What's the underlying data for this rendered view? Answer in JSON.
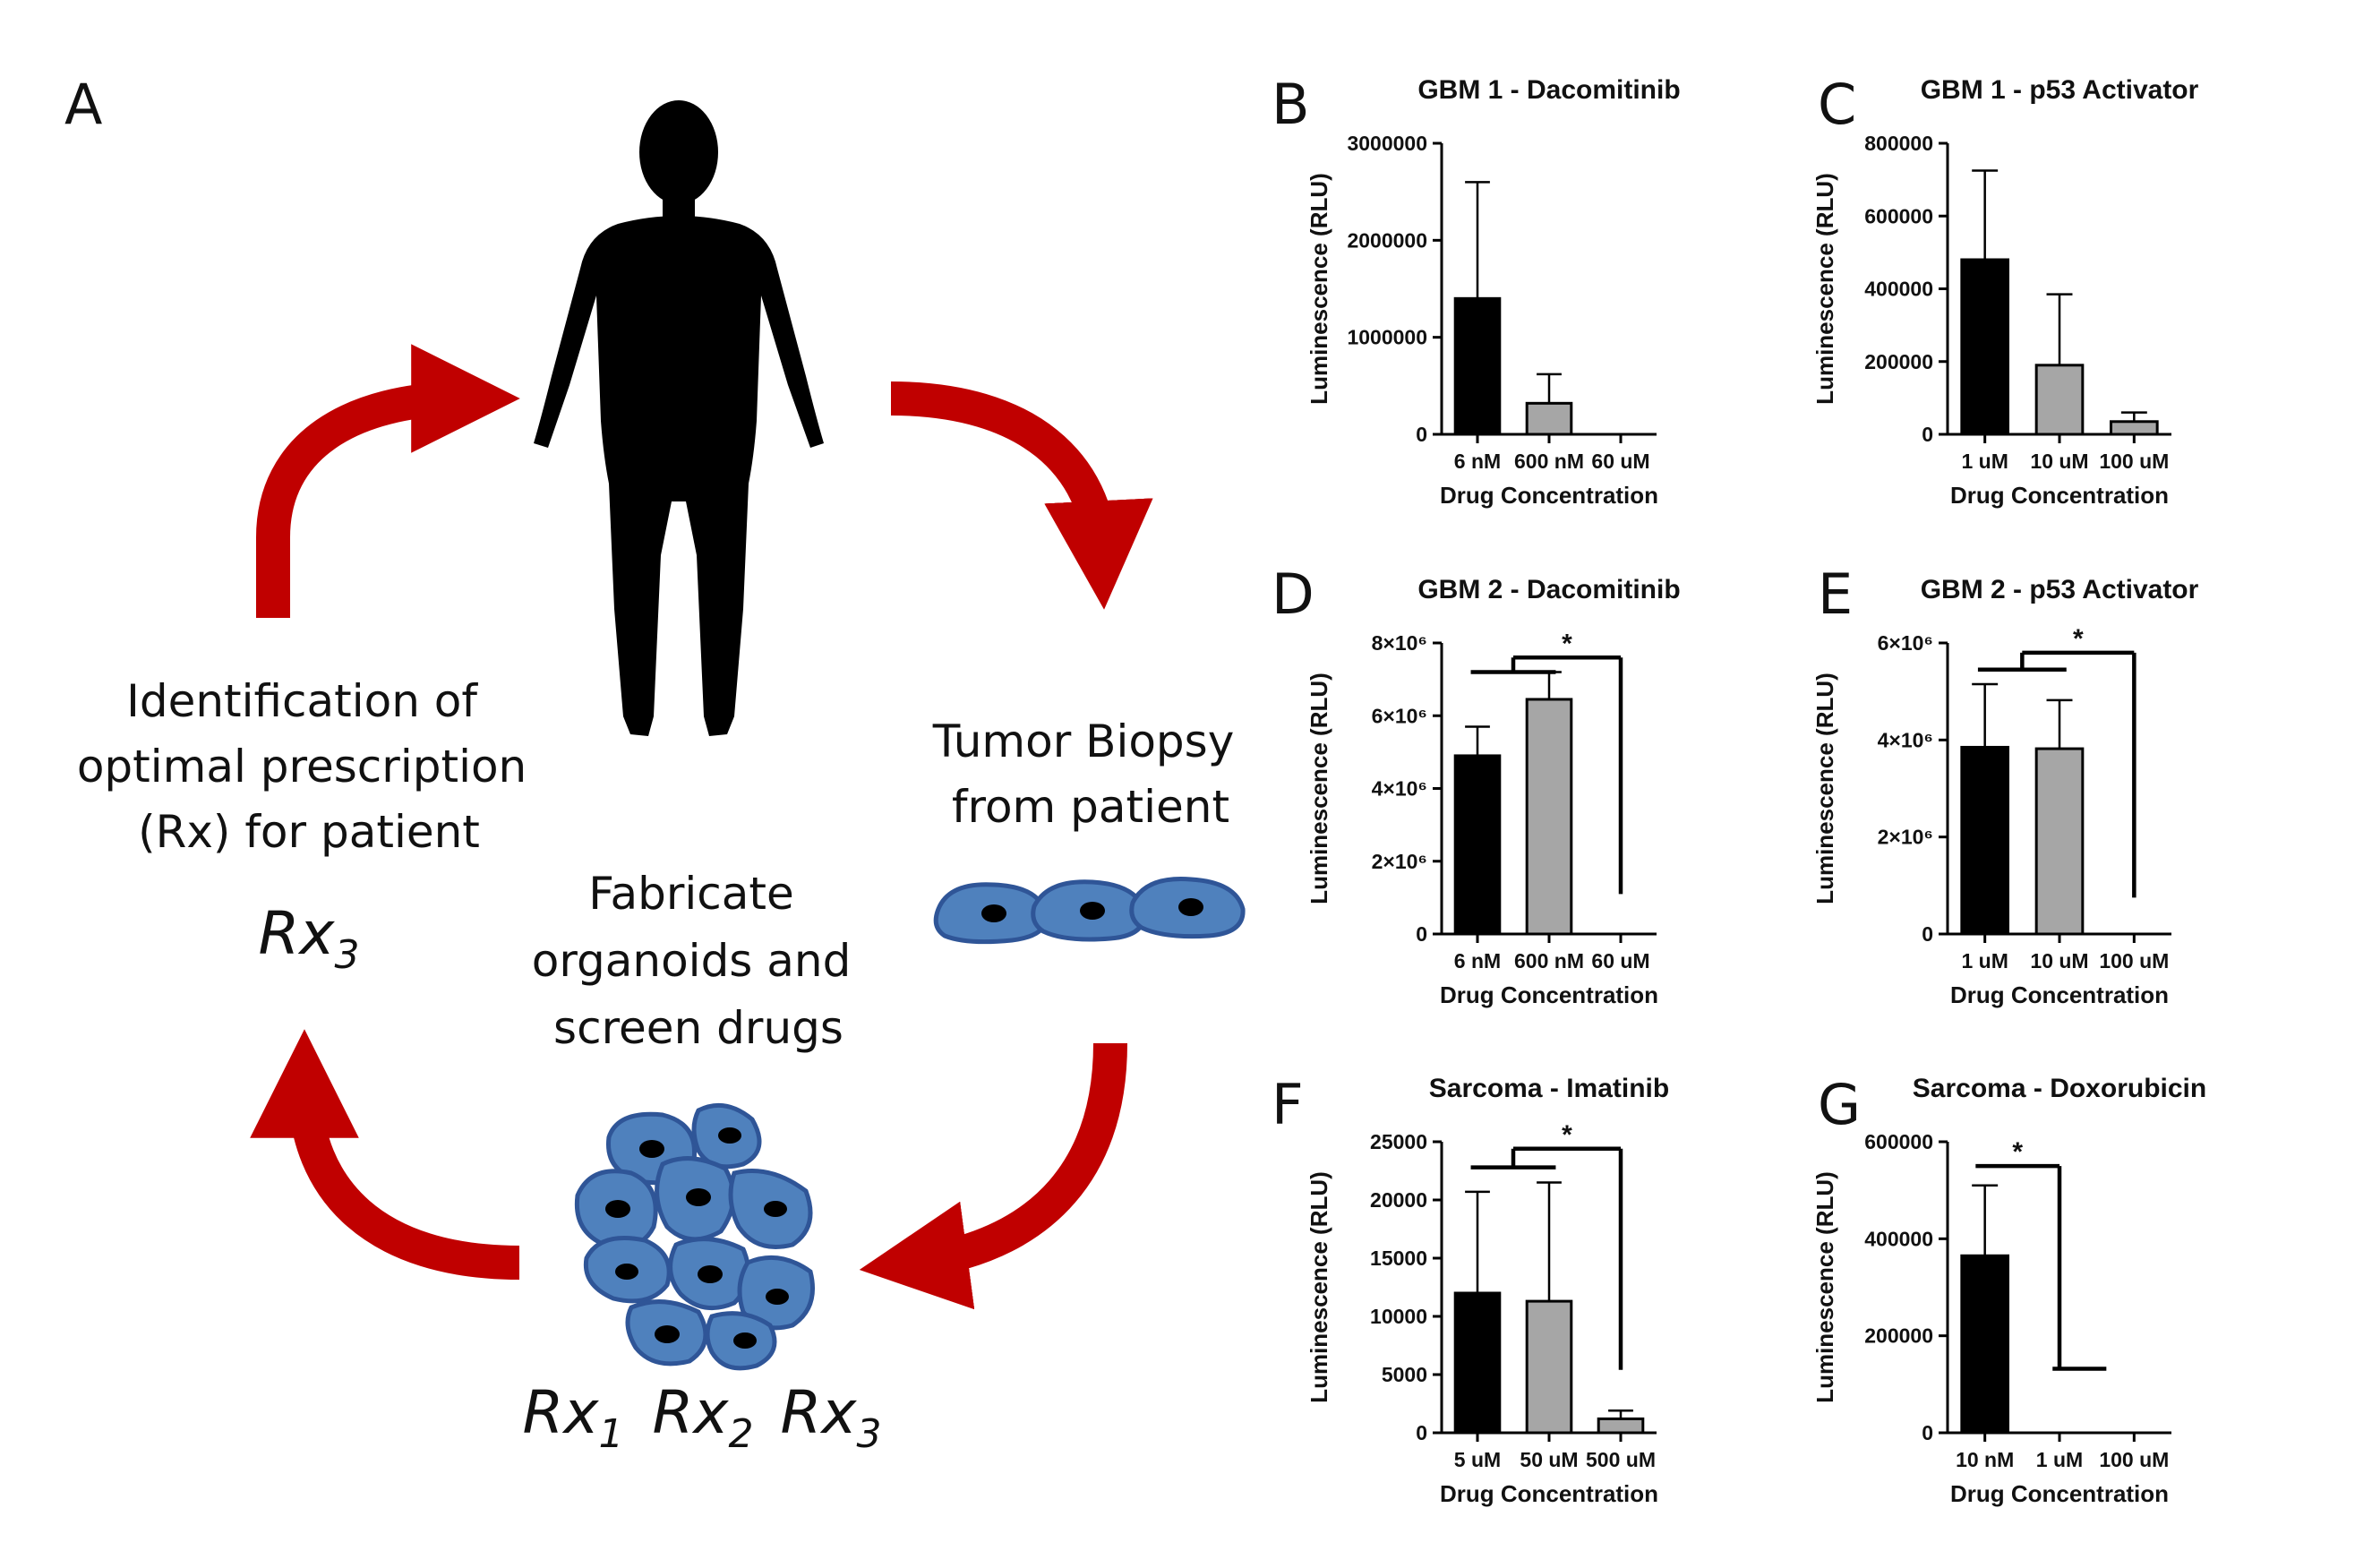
{
  "colors": {
    "arrow": "#c00000",
    "cell_fill": "#4f81bd",
    "cell_stroke": "#2f5597",
    "bar_dark": "#000000",
    "bar_gray": "#a6a6a6"
  },
  "icons": {
    "patient": "human-silhouette-icon",
    "biopsy": "cell-chain-icon",
    "organoid": "organoid-cluster-icon"
  },
  "cycle": {
    "panel_letter": "A",
    "identification_lines": [
      "Identification of",
      "optimal prescription",
      "(Rx) for patient"
    ],
    "optimal_rx": {
      "base": "Rx",
      "sub": "3"
    },
    "biopsy_lines": [
      "Tumor Biopsy",
      "from patient"
    ],
    "fabricate_lines": [
      "Fabricate",
      "organoids and",
      "screen drugs"
    ],
    "candidates": [
      {
        "base": "Rx",
        "sub": "1"
      },
      {
        "base": "Rx",
        "sub": "2"
      },
      {
        "base": "Rx",
        "sub": "3"
      }
    ]
  },
  "chart_data": [
    {
      "panel": "B",
      "type": "bar",
      "title": "GBM 1 - Dacomitinib",
      "xlabel": "Drug Concentration",
      "ylabel": "Luminescence (RLU)",
      "categories": [
        "6 nM",
        "600 nM",
        "60 uM"
      ],
      "values": [
        1400000,
        320000,
        0
      ],
      "errors": [
        1200000,
        300000,
        0
      ],
      "ylim": [
        0,
        3000000
      ],
      "yticks": [
        0,
        1000000,
        2000000,
        3000000
      ],
      "ytick_labels": [
        "0",
        "1000000",
        "2000000",
        "3000000"
      ],
      "significance": null
    },
    {
      "panel": "C",
      "type": "bar",
      "title": "GBM 1 - p53 Activator",
      "xlabel": "Drug Concentration",
      "ylabel": "Luminescence (RLU)",
      "categories": [
        "1 uM",
        "10 uM",
        "100 uM"
      ],
      "values": [
        480000,
        190000,
        35000
      ],
      "errors": [
        245000,
        195000,
        25000
      ],
      "ylim": [
        0,
        800000
      ],
      "yticks": [
        0,
        200000,
        400000,
        600000,
        800000
      ],
      "ytick_labels": [
        "0",
        "200000",
        "400000",
        "600000",
        "800000"
      ],
      "significance": null
    },
    {
      "panel": "D",
      "type": "bar",
      "title": "GBM 2 - Dacomitinib",
      "xlabel": "Drug Concentration",
      "ylabel": "Luminescence (RLU)",
      "categories": [
        "6 nM",
        "600 nM",
        "60 uM"
      ],
      "values": [
        4900000,
        6450000,
        0
      ],
      "errors": [
        800000,
        750000,
        0
      ],
      "ylim": [
        0,
        8000000
      ],
      "yticks": [
        0,
        2000000,
        4000000,
        6000000,
        8000000
      ],
      "ytick_labels": [
        "0",
        "2×10⁶",
        "4×10⁶",
        "6×10⁶",
        "8×10⁶"
      ],
      "significance": {
        "label": "*",
        "group": [
          0,
          1
        ],
        "target": 2,
        "bracket_y": 7600000,
        "group_y": 7200000,
        "end_y": 1100000
      }
    },
    {
      "panel": "E",
      "type": "bar",
      "title": "GBM 2 - p53 Activator",
      "xlabel": "Drug Concentration",
      "ylabel": "Luminescence (RLU)",
      "categories": [
        "1 uM",
        "10 uM",
        "100 uM"
      ],
      "values": [
        3850000,
        3820000,
        0
      ],
      "errors": [
        1300000,
        1000000,
        0
      ],
      "ylim": [
        0,
        6000000
      ],
      "yticks": [
        0,
        2000000,
        4000000,
        6000000
      ],
      "ytick_labels": [
        "0",
        "2×10⁶",
        "4×10⁶",
        "6×10⁶"
      ],
      "significance": {
        "label": "*",
        "group": [
          0,
          1
        ],
        "target": 2,
        "bracket_y": 5800000,
        "group_y": 5450000,
        "end_y": 750000
      }
    },
    {
      "panel": "F",
      "type": "bar",
      "title": "Sarcoma - Imatinib",
      "xlabel": "Drug Concentration",
      "ylabel": "Luminescence (RLU)",
      "categories": [
        "5 uM",
        "50 uM",
        "500 uM"
      ],
      "values": [
        12000,
        11300,
        1200
      ],
      "errors": [
        8700,
        10200,
        700
      ],
      "ylim": [
        0,
        25000
      ],
      "yticks": [
        0,
        5000,
        10000,
        15000,
        20000,
        25000
      ],
      "ytick_labels": [
        "0",
        "5000",
        "10000",
        "15000",
        "20000",
        "25000"
      ],
      "significance": {
        "label": "*",
        "group": [
          0,
          1
        ],
        "target": 2,
        "bracket_y": 24400.0,
        "group_y": 22800,
        "end_y": 5400
      }
    },
    {
      "panel": "G",
      "type": "bar",
      "title": "Sarcoma - Doxorubicin",
      "xlabel": "Drug Concentration",
      "ylabel": "Luminescence (RLU)",
      "categories": [
        "10 nM",
        "1 uM",
        "100 uM"
      ],
      "values": [
        365000,
        0,
        0
      ],
      "errors": [
        145000,
        0,
        0
      ],
      "ylim": [
        0,
        600000
      ],
      "yticks": [
        0,
        200000,
        400000,
        600000
      ],
      "ytick_labels": [
        "0",
        "200000",
        "400000",
        "600000"
      ],
      "significance": {
        "label": "*",
        "group": [
          0
        ],
        "target": 1,
        "bracket_y": 550000,
        "group_y": 550000,
        "end_y": 132000,
        "end_span": [
          1,
          2
        ]
      }
    }
  ]
}
